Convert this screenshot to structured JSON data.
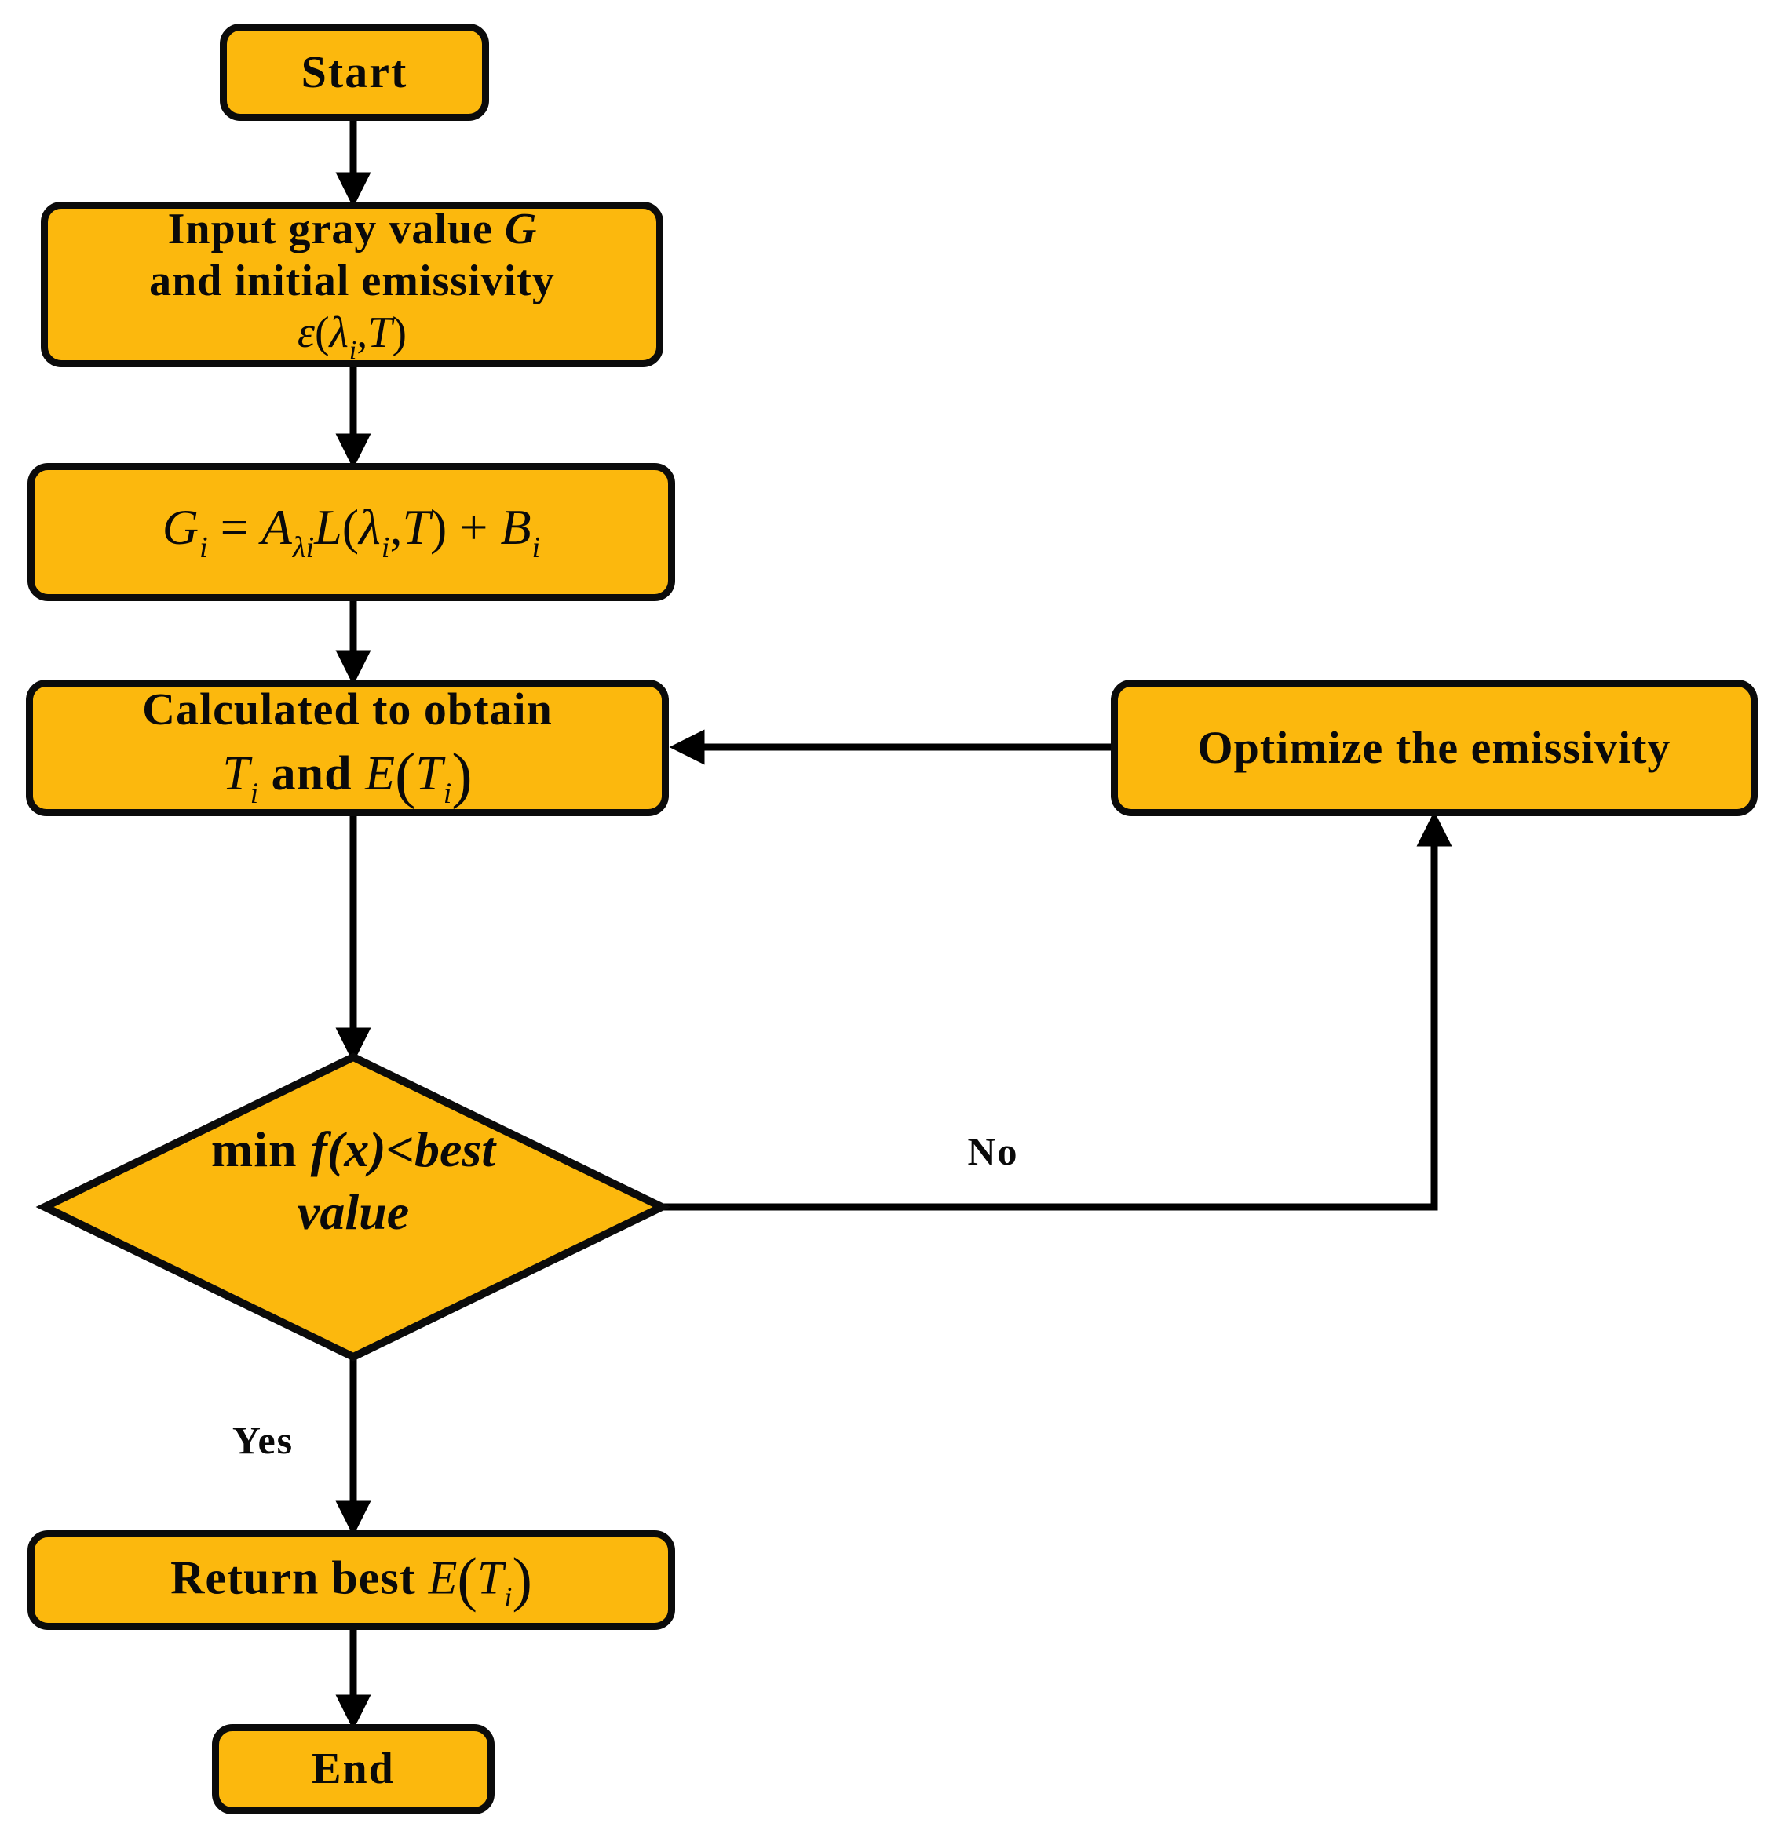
{
  "colors": {
    "node-fill": "#FCB80D",
    "node-border": "#0B0B0B",
    "arrow": "#000000",
    "background": "#FFFFFF",
    "text": "#0A0A0A"
  },
  "nodes": {
    "start": {
      "label": "Start"
    },
    "input": {
      "tokens_line1": [
        [
          "Input gray value ",
          "b"
        ],
        [
          "G",
          "bi"
        ]
      ],
      "tokens_line2": [
        [
          "and initial emissivity",
          "b"
        ]
      ],
      "tokens_line3": [
        [
          "ε",
          "i"
        ],
        [
          "(",
          "n"
        ],
        [
          "λ",
          "i"
        ],
        [
          "i",
          "i sub"
        ],
        [
          ",",
          "n"
        ],
        [
          "T",
          "i"
        ],
        [
          ")",
          "n"
        ]
      ]
    },
    "formula": {
      "tokens": [
        [
          "G",
          "i"
        ],
        [
          "i",
          "i sub"
        ],
        [
          " = ",
          "n"
        ],
        [
          "A",
          "i"
        ],
        [
          "λi",
          "i sub"
        ],
        [
          "L",
          "i"
        ],
        [
          "(",
          "n"
        ],
        [
          "λ",
          "i"
        ],
        [
          "i",
          "i sub"
        ],
        [
          ",",
          "n"
        ],
        [
          "T",
          "i"
        ],
        [
          ")",
          "n"
        ],
        [
          " + ",
          "n"
        ],
        [
          "B",
          "i"
        ],
        [
          "i",
          "i sub"
        ]
      ]
    },
    "calculated": {
      "line1": "Calculated to obtain",
      "tokens_line2": [
        [
          "T",
          "i"
        ],
        [
          "i",
          "i sub"
        ],
        [
          "  and  ",
          "b"
        ],
        [
          "E",
          "i"
        ],
        [
          "(",
          "lg"
        ],
        [
          "T",
          "i"
        ],
        [
          "i",
          "i sub"
        ],
        [
          ")",
          "lg"
        ]
      ]
    },
    "optimize": {
      "label": "Optimize the emissivity"
    },
    "decision": {
      "tokens_line1": [
        [
          "min ",
          "b"
        ],
        [
          "f(x)<best",
          "bi"
        ]
      ],
      "tokens_line2": [
        [
          "value",
          "bi"
        ]
      ]
    },
    "return": {
      "tokens": [
        [
          "Return best ",
          "b"
        ],
        [
          "E",
          "i"
        ],
        [
          "(",
          "lg"
        ],
        [
          "T",
          "i"
        ],
        [
          "i",
          "i sub"
        ],
        [
          ")",
          "lg"
        ]
      ]
    },
    "end": {
      "label": "End"
    }
  },
  "edges": {
    "yes_label": "Yes",
    "no_label": "No"
  }
}
